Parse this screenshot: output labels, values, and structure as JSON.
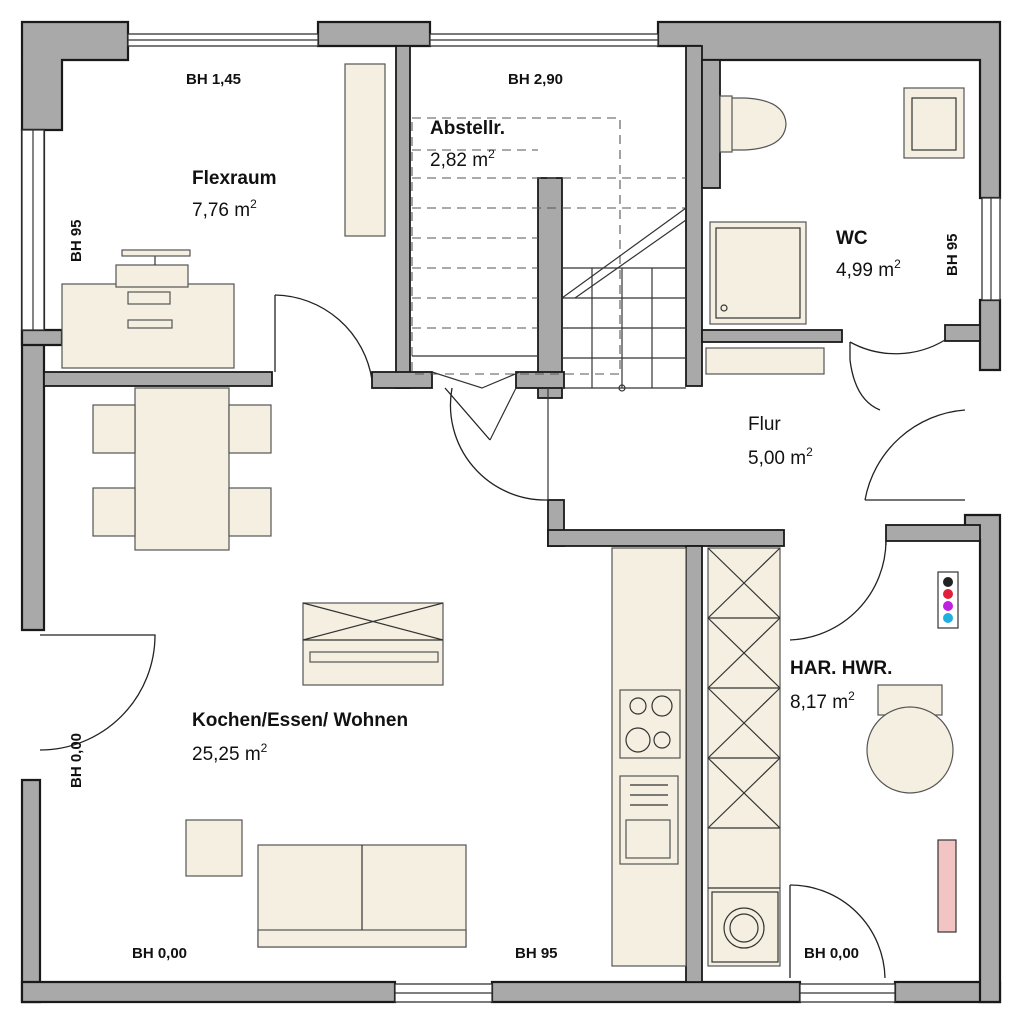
{
  "rooms": {
    "flexraum": {
      "name": "Flexraum",
      "area": "7,76 m",
      "unit_sup": "2"
    },
    "abstellr": {
      "name": "Abstellr.",
      "area": "2,82 m",
      "unit_sup": "2"
    },
    "wc": {
      "name": "WC",
      "area": "4,99 m",
      "unit_sup": "2"
    },
    "flur": {
      "name": "Flur",
      "area": "5,00 m",
      "unit_sup": "2"
    },
    "kochen": {
      "name": "Kochen/Essen/ Wohnen",
      "area": "25,25 m",
      "unit_sup": "2"
    },
    "har": {
      "name": "HAR. HWR.",
      "area": "8,17 m",
      "unit_sup": "2"
    }
  },
  "sill_heights": {
    "top_left": "BH 1,45",
    "top_mid": "BH 2,90",
    "left_upper": "BH 95",
    "left_lower": "BH 0,00",
    "right_upper": "BH 95",
    "bottom_left": "BH 0,00",
    "bottom_mid": "BH 95",
    "bottom_right": "BH 0,00"
  },
  "colors": {
    "wall": "#a9a9a9",
    "furniture": "#f4efe0",
    "radiator": "#f3c4c4"
  }
}
